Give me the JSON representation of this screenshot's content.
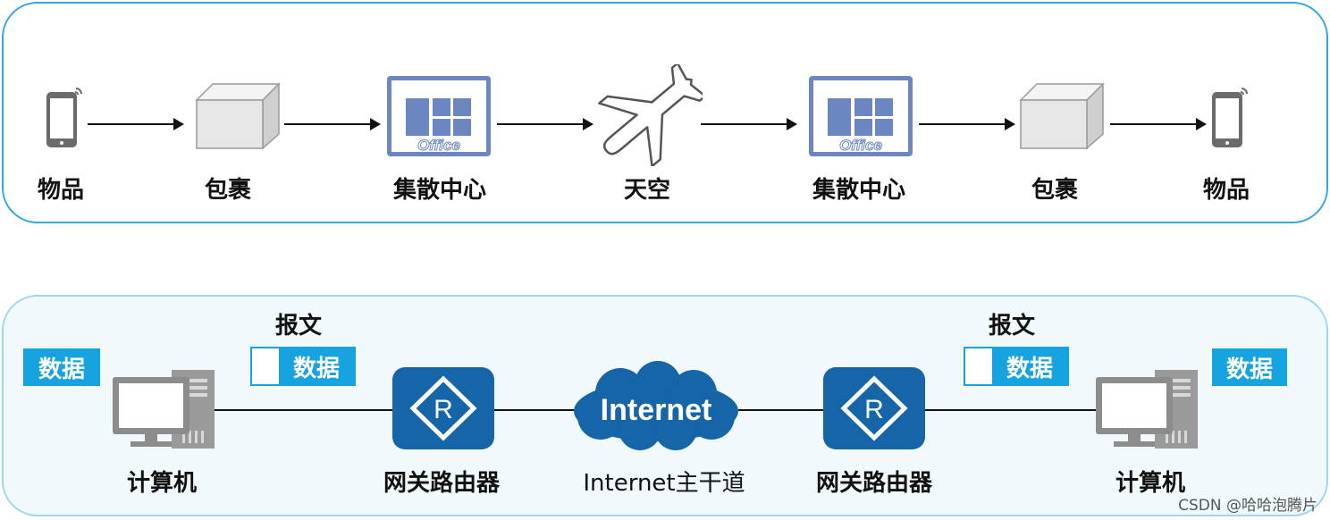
{
  "top_flow": {
    "nodes": [
      {
        "icon": "smartphone-icon",
        "label": "物品"
      },
      {
        "icon": "parcel-box-icon",
        "label": "包裹"
      },
      {
        "icon": "office-building-icon",
        "label": "集散中心",
        "icon_text": "Office"
      },
      {
        "icon": "airplane-icon",
        "label": "天空"
      },
      {
        "icon": "office-building-icon",
        "label": "集散中心",
        "icon_text": "Office"
      },
      {
        "icon": "parcel-box-icon",
        "label": "包裹"
      },
      {
        "icon": "smartphone-icon",
        "label": "物品"
      }
    ]
  },
  "bottom_flow": {
    "nodes": [
      {
        "icon": "computer-icon",
        "label": "计算机"
      },
      {
        "icon": "router-icon",
        "label": "网关路由器",
        "icon_text": "R"
      },
      {
        "icon": "cloud-icon",
        "label": "Internet主干道",
        "icon_text": "Internet"
      },
      {
        "icon": "router-icon",
        "label": "网关路由器",
        "icon_text": "R"
      },
      {
        "icon": "computer-icon",
        "label": "计算机"
      }
    ],
    "data_tag": "数据",
    "packet_title": "报文",
    "packet_data": "数据"
  },
  "colors": {
    "panel_border": "#35a7dc",
    "tag_blue": "#17a3e0",
    "router_blue": "#1565a8",
    "office_blue": "#6b86c1"
  },
  "watermark": "CSDN @哈哈泡腾片"
}
